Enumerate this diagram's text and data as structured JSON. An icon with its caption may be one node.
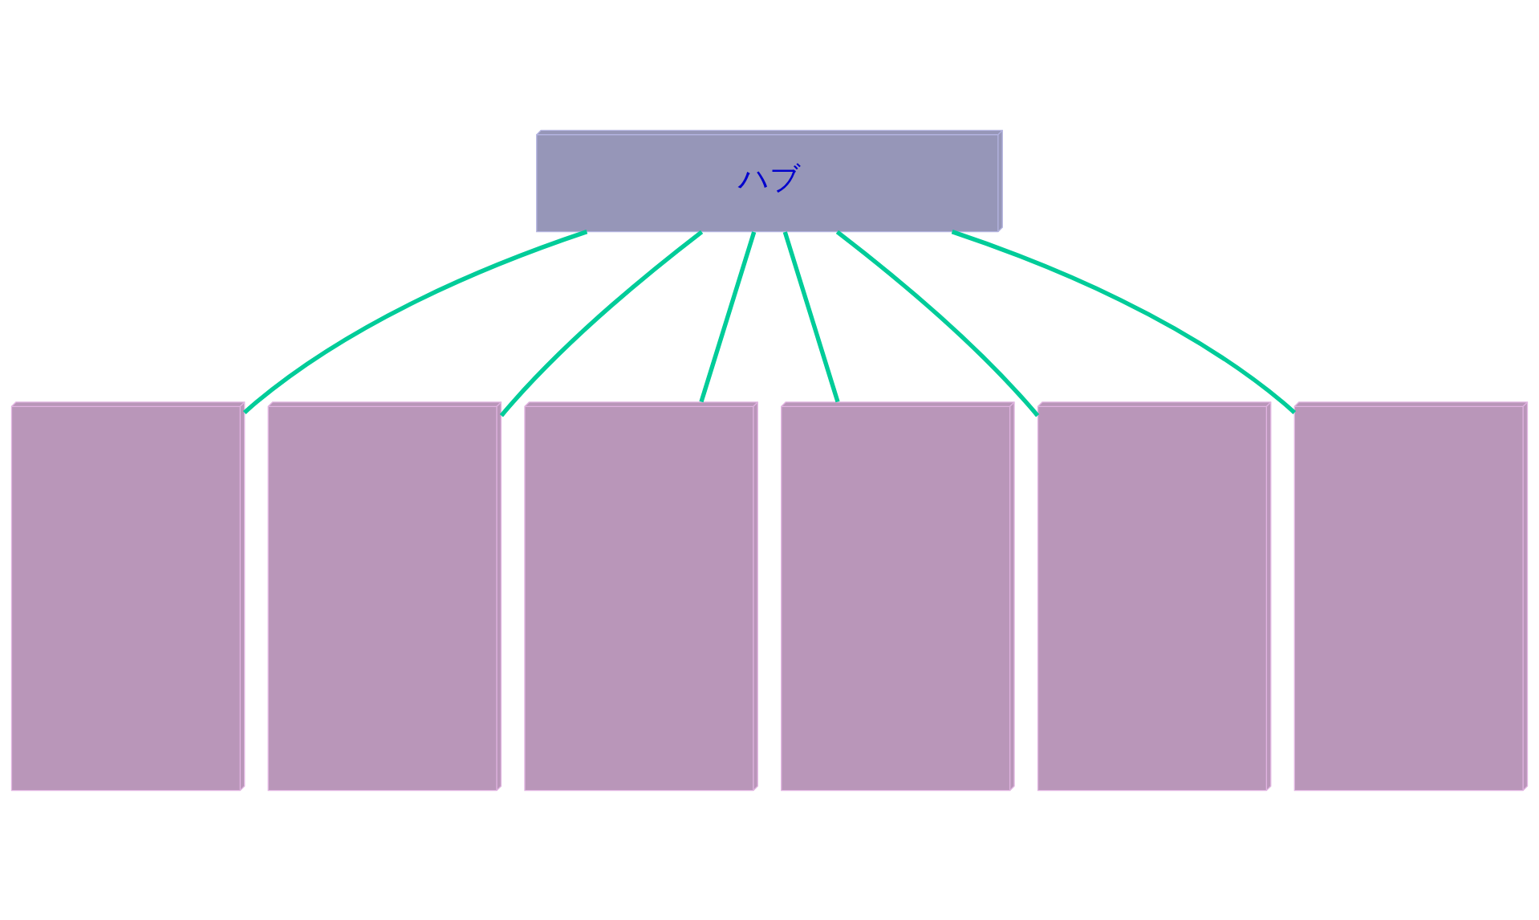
{
  "diagram": {
    "nodes": [
      {
        "text": [
          "ハブ"
        ]
      },
      {
        "text": [],
        "shape": "box"
      },
      {
        "text": [],
        "shape": "box"
      },
      {
        "text": [],
        "shape": "box"
      },
      {
        "text": [],
        "shape": "box"
      },
      {
        "text": [],
        "shape": "box"
      },
      {
        "text": [],
        "shape": "box"
      }
    ],
    "edges": [
      {
        "from": 0,
        "to": 1,
        "arrow": "none"
      },
      {
        "from": 0,
        "to": 2,
        "arrow": "none"
      },
      {
        "from": 0,
        "to": 3,
        "arrow": "none"
      },
      {
        "from": 0,
        "to": 4,
        "arrow": "none"
      },
      {
        "from": 0,
        "to": 5,
        "arrow": "none"
      },
      {
        "from": 0,
        "to": 6,
        "arrow": "none"
      }
    ]
  }
}
